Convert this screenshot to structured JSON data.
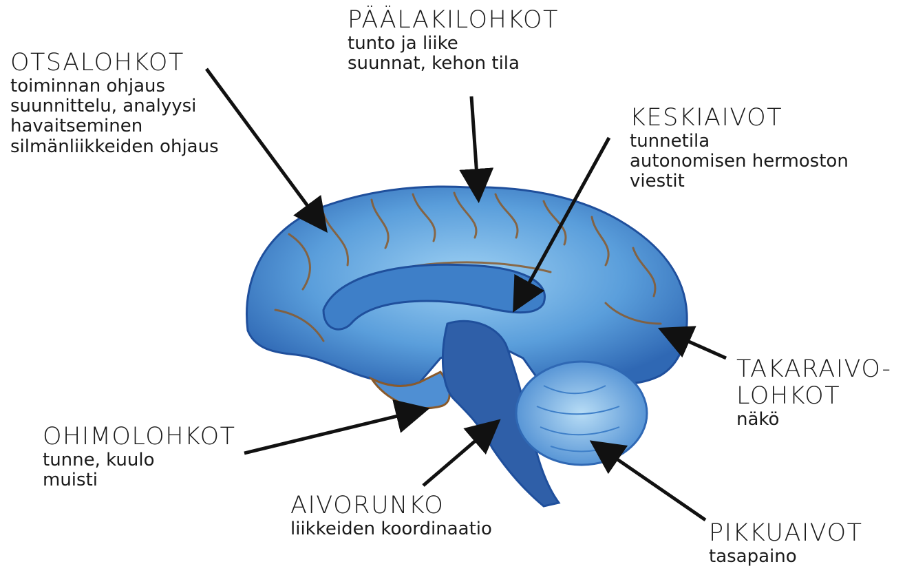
{
  "colors": {
    "brain_light": "#8fc6ef",
    "brain_mid": "#4f8fd3",
    "brain_dark": "#1f4f9c",
    "brain_shadow": "#2a3f73",
    "sulcus_brown": "#8a5a2b",
    "arrow": "#111111"
  },
  "labels": {
    "frontal": {
      "title": "OTSALOHKOT",
      "lines": [
        "toiminnan ohjaus",
        "suunnittelu, analyysi",
        "havaitseminen",
        "silmänliikkeiden ohjaus"
      ]
    },
    "parietal": {
      "title": "PÄÄLAKILOHKOT",
      "lines": [
        "tunto ja liike",
        "suunnat, kehon tila"
      ]
    },
    "midbrain": {
      "title": "KESKIAIVOT",
      "lines": [
        "tunnetila",
        "autonomisen hermoston",
        "viestit"
      ]
    },
    "occipital": {
      "title_line1": "TAKARAIVO-",
      "title_line2": "LOHKOT",
      "lines": [
        "näkö"
      ]
    },
    "temporal": {
      "title": "OHIMOLOHKOT",
      "lines": [
        "tunne, kuulo",
        "muisti"
      ]
    },
    "brainstem": {
      "title": "AIVORUNKO",
      "lines": [
        "liikkeiden koordinaatio"
      ]
    },
    "cerebellum": {
      "title": "PIKKUAIVOT",
      "lines": [
        "tasapaino"
      ]
    }
  }
}
